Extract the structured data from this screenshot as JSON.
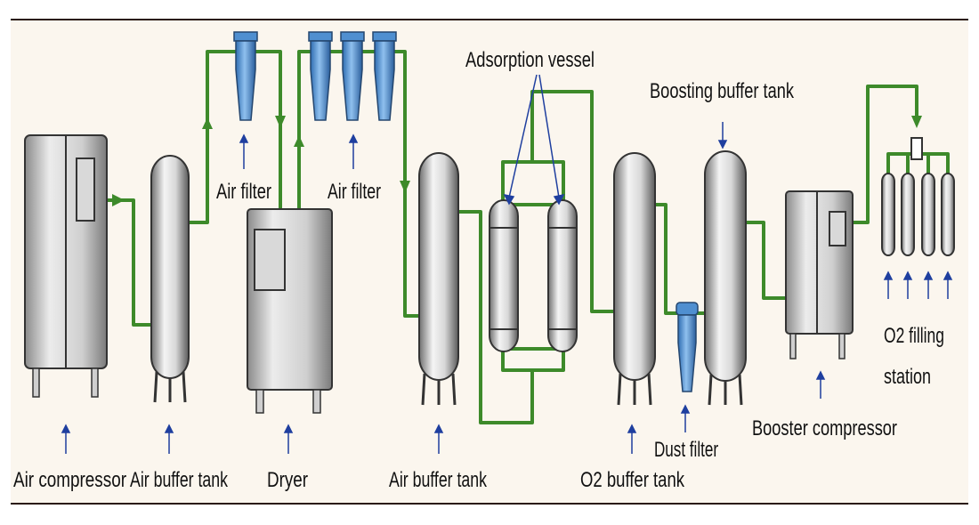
{
  "colors": {
    "panel_bg": "#fbf6ee",
    "frame": "#2a1a12",
    "pipe": "#3d8a2a",
    "arrow": "#1f3f9f",
    "filter_blue": "#4f8fd0",
    "vessel_grey": "#c8c8c8"
  },
  "labels": {
    "air_compressor": "Air compressor",
    "air_buffer_tank_1": "Air buffer tank",
    "air_filter_1": "Air filter",
    "dryer": "Dryer",
    "air_filter_2": "Air filter",
    "air_buffer_tank_2": "Air buffer tank",
    "adsorption_vessel": "Adsorption vessel",
    "o2_buffer_tank": "O2 buffer tank",
    "dust_filter": "Dust filter",
    "boosting_buffer_tank": "Boosting buffer tank",
    "booster_compressor": "Booster compressor",
    "o2_filling_station_line1": "O2 filling",
    "o2_filling_station_line2": "station"
  }
}
